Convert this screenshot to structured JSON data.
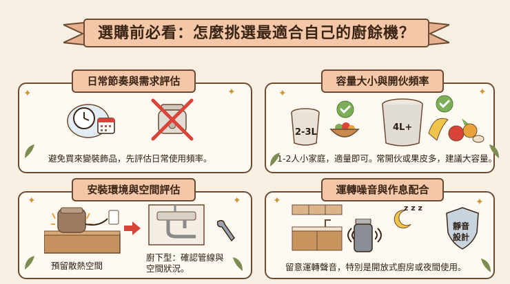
{
  "title": "選購前必看：怎麼挑選最適合自己的廚餘機？",
  "panels": {
    "p1": {
      "title": "日常節奏與需求評估",
      "caption": "避免買來變裝飾品，先評估日常使用頻率。"
    },
    "p2": {
      "title": "容量大小與開伙頻率",
      "small_label": "2-3L",
      "large_label": "4L+",
      "caption_left": "1-2人小家庭，適量即可。",
      "caption_right": "常開伙或果皮多，建議大容量。"
    },
    "p3": {
      "title": "安裝環境與空間評估",
      "caption_left": "預留散熱空間",
      "caption_right_1": "廚下型：確認管線與",
      "caption_right_2": "空間狀況。"
    },
    "p4": {
      "title": "運轉噪音與作息配合",
      "sleep_text": "z z z",
      "shield_text_1": "靜音",
      "shield_text_2": "設計",
      "caption": "留意運轉聲音，特別是開放式廚房或夜間使用。"
    }
  },
  "colors": {
    "background": "#f7efe2",
    "panel": "#fffaf1",
    "ribbon": "#f3c7a8",
    "border": "#6b4a2f",
    "accent_red": "#d8443a",
    "check_green": "#7fae58"
  }
}
